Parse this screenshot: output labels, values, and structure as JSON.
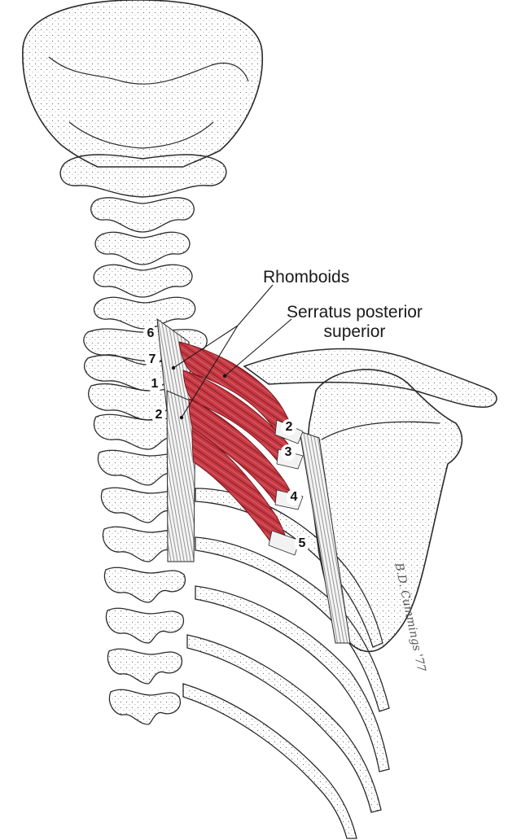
{
  "labels": {
    "rhomboids": "Rhomboids",
    "serratus_line1": "Serratus posterior",
    "serratus_line2": "superior"
  },
  "vertebra_numbers": {
    "c6": "6",
    "c7": "7",
    "t1": "1",
    "t2_left": "2"
  },
  "rib_numbers": {
    "r2": "2",
    "r3": "3",
    "r4": "4",
    "r5": "5"
  },
  "signature": "B.D. Cummings '77",
  "colors": {
    "muscle": "#c0303a",
    "muscle_dark": "#8e1c24",
    "bone_outline": "#2a2a2a",
    "background": "#ffffff"
  }
}
